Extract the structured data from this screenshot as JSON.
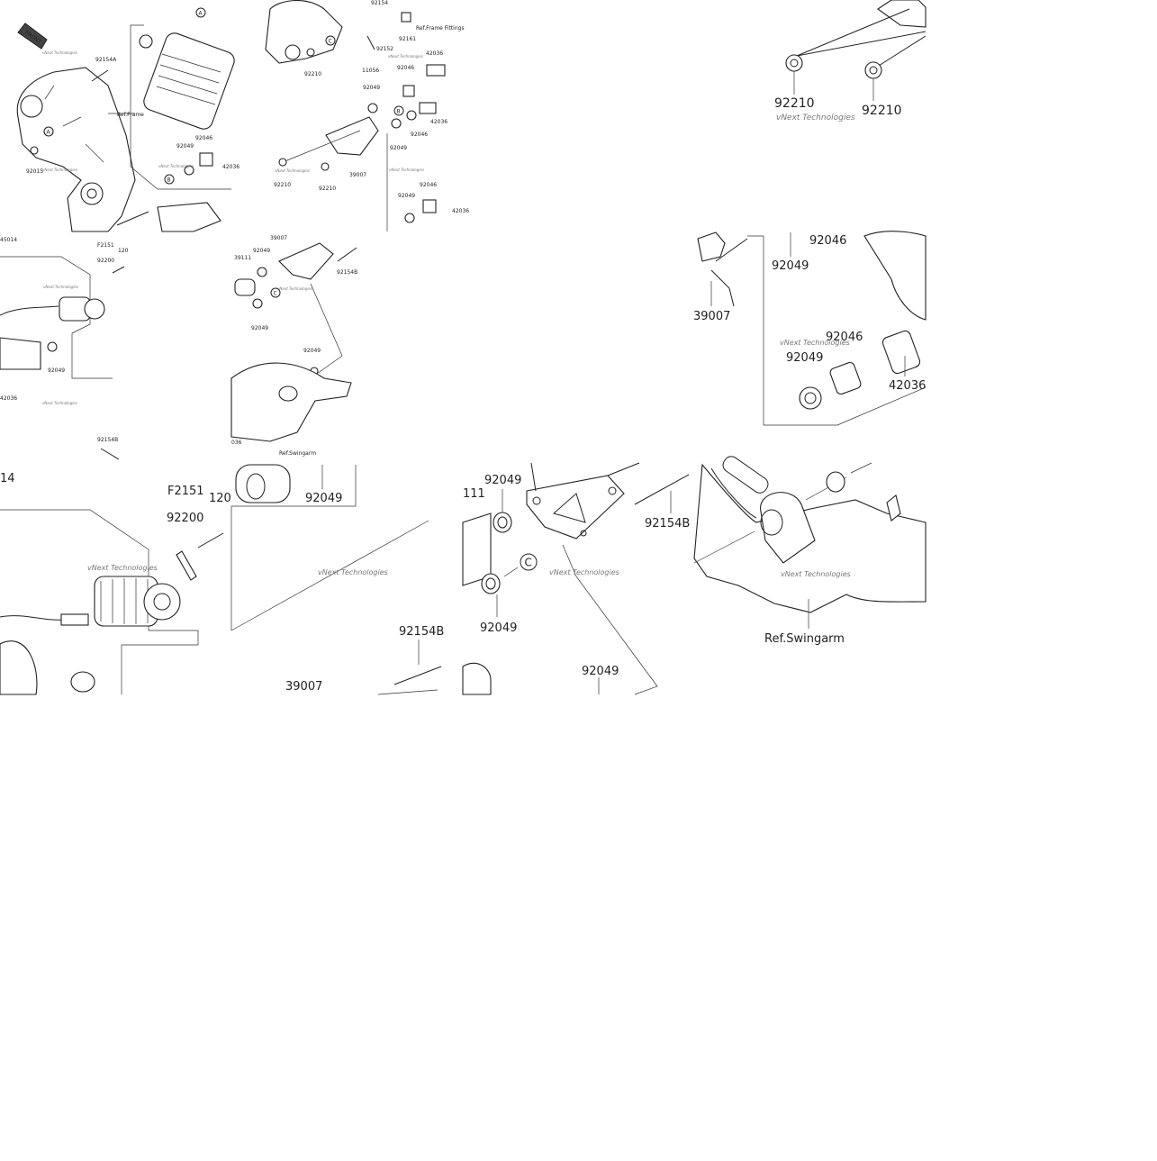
{
  "labels": {
    "l_92154A": "92154A",
    "l_ref_frame": "Ref.Frame",
    "l_92015": "92015",
    "l_92049_a": "92049",
    "l_92046_a": "92046",
    "l_42036_a": "42036",
    "l_92154_top": "92154",
    "l_92161": "92161",
    "l_92152": "92152",
    "l_11056": "11056",
    "l_92210_a": "92210",
    "l_ref_frame_fittings": "Ref.Frame Fittings",
    "l_42036_b": "42036",
    "l_92046_b": "92046",
    "l_92049_b": "92049",
    "l_42036_c": "42036",
    "l_92046_c": "92046",
    "l_92049_c": "92049",
    "l_92210_b": "92210",
    "l_92210_c": "92210",
    "l_39007_a": "39007",
    "l_92049_d": "92049",
    "l_92046_d": "92046",
    "l_42036_d": "42036",
    "l_45014": "45014",
    "l_F2151_a": "F2151",
    "l_120_a": "120",
    "l_92200_a": "92200",
    "l_92049_e": "92049",
    "l_42036_e": "42036",
    "l_92154B_a": "92154B",
    "l_39007_b": "39007",
    "l_92049_f": "92049",
    "l_39111": "39111",
    "l_92154B_b": "92154B",
    "l_92049_g": "92049",
    "l_92049_h": "92049",
    "l_ref_swingarm_a": "Ref.Swingarm",
    "l_036": "036",
    "l_92210_d": "92210",
    "l_92210_e": "92210",
    "l_39007_c": "39007",
    "l_92049_i": "92049",
    "l_92046_e": "92046",
    "l_92046_f": "92046",
    "l_92049_j": "92049",
    "l_42036_f": "42036",
    "l_14": "14",
    "l_F2151_b": "F2151",
    "l_120_b": "120",
    "l_92200_b": "92200",
    "l_92049_k": "92049",
    "l_92154B_c": "92154B",
    "l_39007_d": "39007",
    "l_111": "111",
    "l_92049_l": "92049",
    "l_92154B_d": "92154B",
    "l_92049_m": "92049",
    "l_92049_n": "92049",
    "l_ref_swingarm_b": "Ref.Swingarm",
    "l_front": "FRONT",
    "l_watermark": "vNext Technologies",
    "c_A1": "A",
    "c_A2": "A",
    "c_B1": "B",
    "c_B2": "B",
    "c_C1": "C",
    "c_C2": "C",
    "c_C3": "C"
  },
  "colors": {
    "ink": "#222222",
    "background": "#ffffff",
    "watermark": "#777777"
  }
}
